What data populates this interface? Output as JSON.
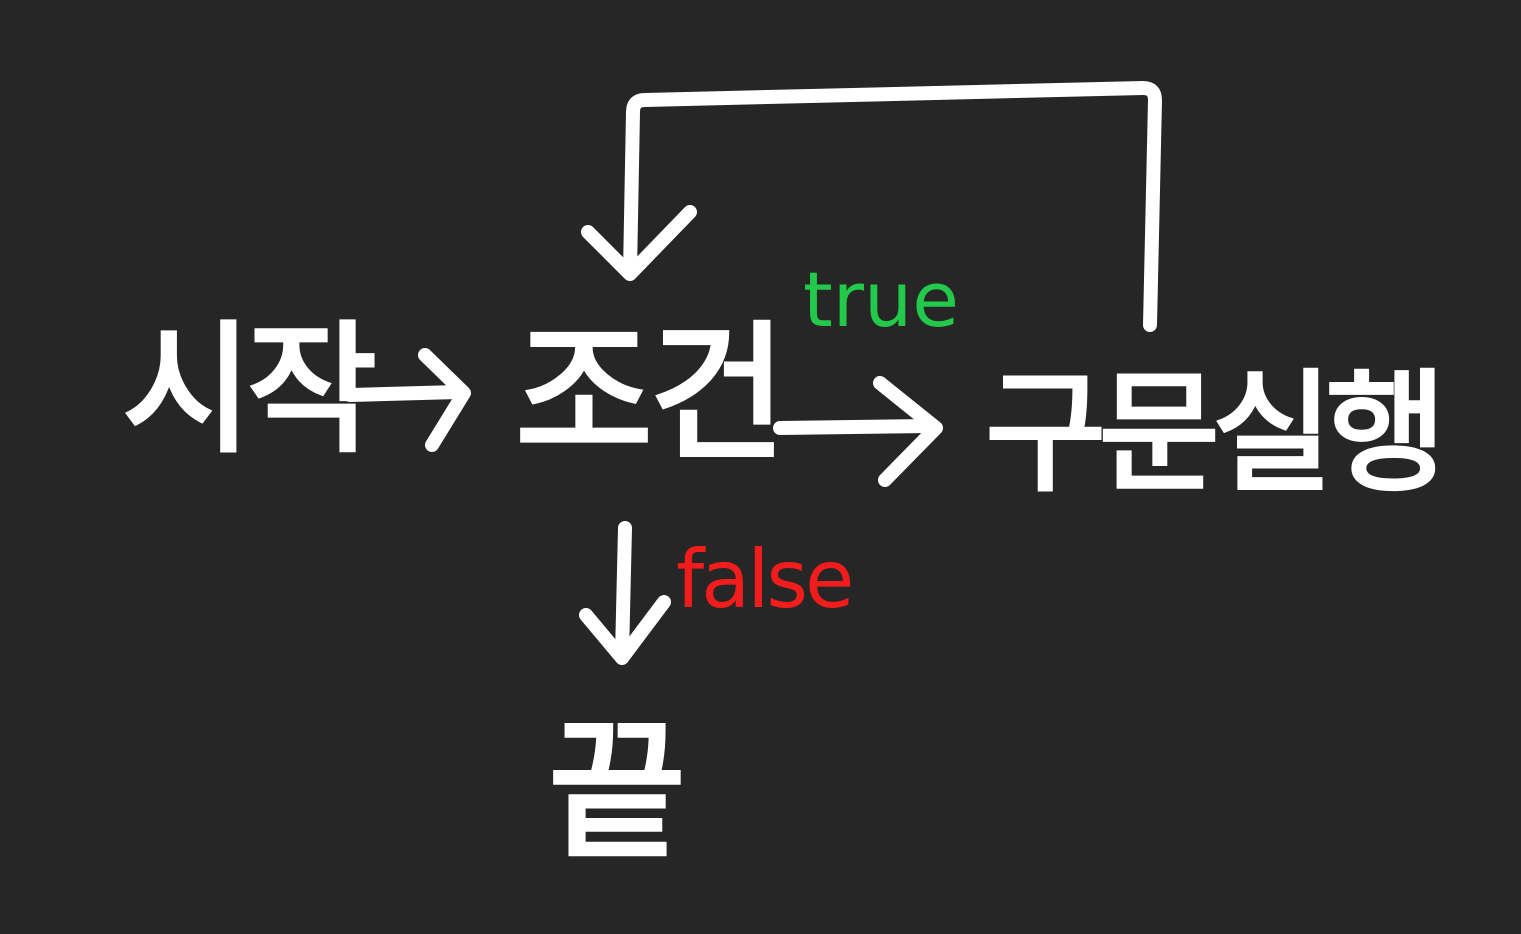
{
  "nodes": {
    "start": "시작",
    "condition": "조건",
    "execute": "구문실행",
    "end": "끝"
  },
  "edges": {
    "true_label": "true",
    "false_label": "false"
  },
  "colors": {
    "background": "#262626",
    "stroke": "#ffffff",
    "true": "#22c94a",
    "false": "#f11c1c"
  }
}
